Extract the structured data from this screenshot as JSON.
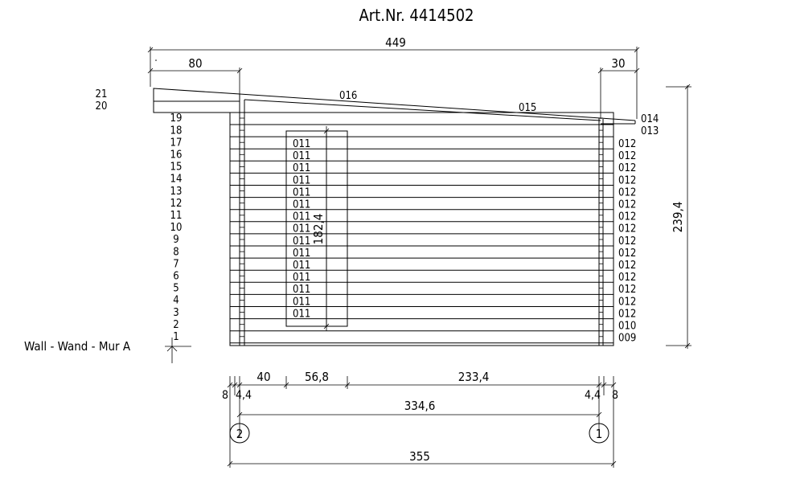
{
  "title": "Art.Nr. 4414502",
  "wall_label": "Wall - Wand - Mur A",
  "dimensions": {
    "overall_width": "449",
    "overhang_left": "80",
    "overhang_right": "30",
    "height": "239,4",
    "door_height": "182,4",
    "bottom_row": [
      "8",
      "4,4",
      "40",
      "56,8",
      "233,4",
      "4,4",
      "8"
    ],
    "axis_span": "334,6",
    "base_width": "355"
  },
  "axes": {
    "left": "2",
    "right": "1"
  },
  "row_numbers": [
    "21",
    "20",
    "19",
    "18",
    "17",
    "16",
    "15",
    "14",
    "13",
    "12",
    "11",
    "10",
    "9",
    "8",
    "7",
    "6",
    "5",
    "4",
    "3",
    "2",
    "1"
  ],
  "part_codes": {
    "roof_left": "016",
    "roof_mid": "015",
    "right_top": [
      "014",
      "013"
    ],
    "door_rows": [
      "011",
      "011",
      "011",
      "011",
      "011",
      "011",
      "011",
      "011",
      "011",
      "011",
      "011",
      "011",
      "011",
      "011",
      "011"
    ],
    "right_rows": [
      "012",
      "012",
      "012",
      "012",
      "012",
      "012",
      "012",
      "012",
      "012",
      "012",
      "012",
      "012",
      "012",
      "012",
      "012",
      "010",
      "009"
    ]
  }
}
